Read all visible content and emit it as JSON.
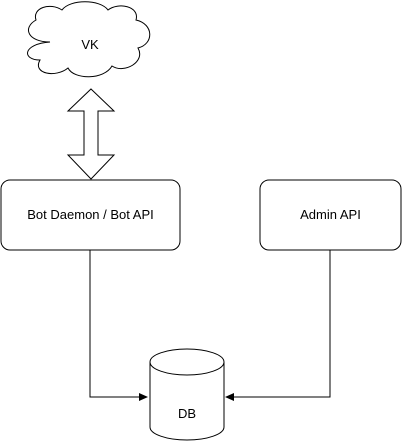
{
  "diagram": {
    "nodes": {
      "vk": {
        "label": "VK"
      },
      "bot": {
        "label": "Bot Daemon / Bot API"
      },
      "admin": {
        "label": "Admin API"
      },
      "db": {
        "label": "DB"
      }
    },
    "colors": {
      "stroke": "#000000",
      "fill": "#ffffff",
      "text": "#000000"
    }
  }
}
